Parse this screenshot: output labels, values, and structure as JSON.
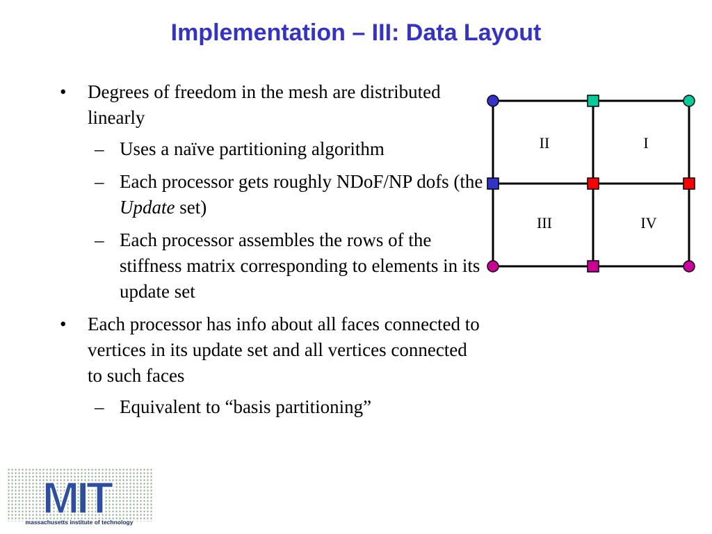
{
  "slide": {
    "title": "Implementation – III: Data Layout"
  },
  "bullets": [
    {
      "level": 1,
      "marker": "•",
      "parts": [
        "Degrees of freedom in the mesh are distributed linearly"
      ]
    },
    {
      "level": 2,
      "marker": "–",
      "parts": [
        "Uses a naïve partitioning algorithm"
      ]
    },
    {
      "level": 2,
      "marker": "–",
      "parts": [
        "Each processor gets roughly NDoF/NP dofs (the ",
        "Update",
        " set)"
      ]
    },
    {
      "level": 2,
      "marker": "–",
      "parts": [
        "Each processor assembles the rows of the stiffness matrix corresponding to elements in its update set"
      ]
    },
    {
      "level": 1,
      "marker": "•",
      "parts": [
        "Each processor has info about all faces connected to vertices in its update set and all vertices connected to such faces"
      ]
    },
    {
      "level": 2,
      "marker": "–",
      "parts": [
        "Equivalent to “basis partitioning”"
      ]
    }
  ],
  "mesh": {
    "region_labels": {
      "top_left": "II",
      "top_right": "I",
      "bottom_left": "III",
      "bottom_right": "IV"
    },
    "colors": {
      "blue": "#3333cc",
      "teal": "#00cc99",
      "red": "#ff0000",
      "magenta": "#cc0099",
      "line": "#000000"
    },
    "nodes": {
      "top_left": {
        "shape": "circle",
        "color": "blue"
      },
      "top_mid": {
        "shape": "square",
        "color": "teal"
      },
      "top_right": {
        "shape": "circle",
        "color": "teal"
      },
      "mid_left": {
        "shape": "square",
        "color": "blue"
      },
      "center": {
        "shape": "square",
        "color": "red"
      },
      "mid_right": {
        "shape": "square",
        "color": "red"
      },
      "bottom_left": {
        "shape": "circle",
        "color": "magenta"
      },
      "bottom_mid": {
        "shape": "square",
        "color": "magenta"
      },
      "bottom_right": {
        "shape": "circle",
        "color": "magenta"
      }
    }
  },
  "logo": {
    "wordmark": "MIT",
    "subtitle": "massachusetts institute of technology"
  }
}
